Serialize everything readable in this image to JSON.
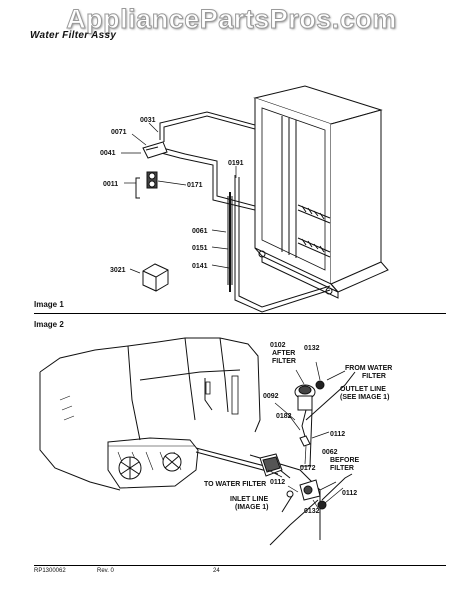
{
  "watermark": "AppliancePartsPros.com",
  "title": "Water Filter Assy",
  "image1_label": "Image 1",
  "image2_label": "Image 2",
  "parts1": {
    "p0031": "0031",
    "p0071": "0071",
    "p0041": "0041",
    "p0011": "0011",
    "p0171": "0171",
    "p0191": "0191",
    "p0061": "0061",
    "p0151": "0151",
    "p0141": "0141",
    "p3021": "3021"
  },
  "parts2": {
    "p0102": "0102",
    "after1": "AFTER",
    "after2": "FILTER",
    "p0132a": "0132",
    "from1": "FROM WATER",
    "from2": "FILTER",
    "outlet1": "OUTLET LINE",
    "outlet2": "(SEE IMAGE 1)",
    "p0092": "0092",
    "p0182": "0182",
    "p0172": "0172",
    "p0112a": "0112",
    "p0062": "0062",
    "before1": "BEFORE",
    "before2": "FILTER",
    "towf": "TO WATER FILTER",
    "p0112b": "0112",
    "p0112c": "0112",
    "inlet1": "INLET LINE",
    "inlet2": "(IMAGE 1)",
    "p0132b": "0132"
  },
  "footer": {
    "code": "RP1300062",
    "rev": "Rev. 0",
    "page": "24"
  }
}
